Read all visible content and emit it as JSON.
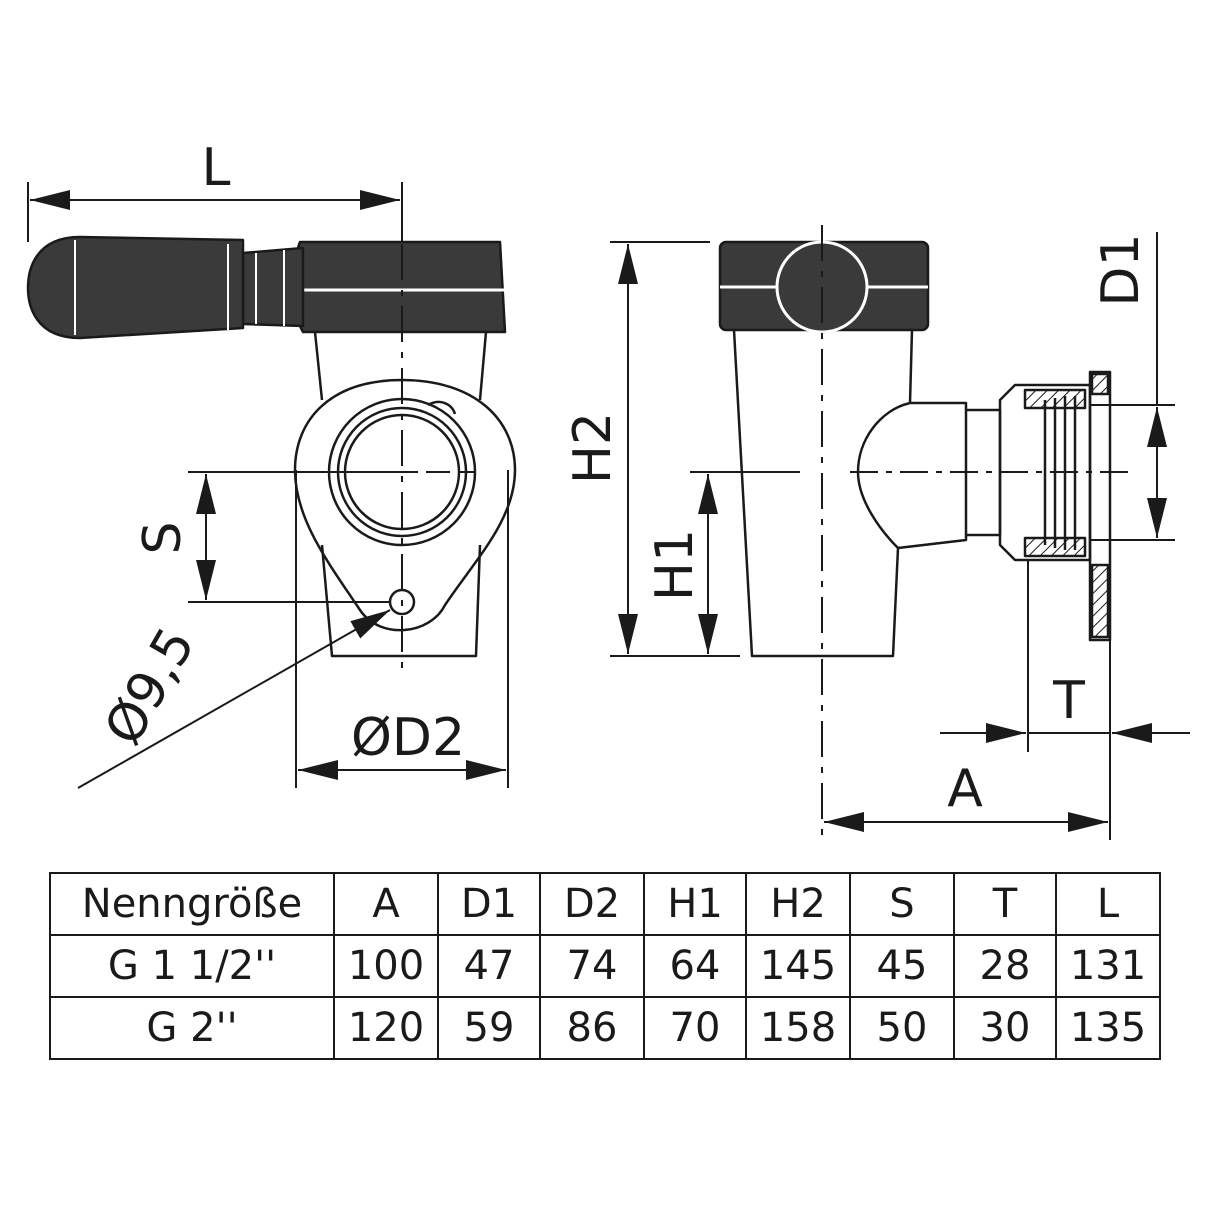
{
  "labels": {
    "L": "L",
    "H2": "H2",
    "H1": "H1",
    "S": "S",
    "D1": "D1",
    "D2": "ØD2",
    "phi95": "Ø9,5",
    "A": "A",
    "T": "T"
  },
  "table": {
    "headers": [
      "Nenngröße",
      "A",
      "D1",
      "D2",
      "H1",
      "H2",
      "S",
      "T",
      "L"
    ],
    "rows": [
      [
        "G 1 1/2''",
        "100",
        "47",
        "74",
        "64",
        "145",
        "45",
        "28",
        "131"
      ],
      [
        "G 2''",
        "120",
        "59",
        "86",
        "70",
        "158",
        "50",
        "30",
        "135"
      ]
    ]
  },
  "colors": {
    "line": "#1a1a1a",
    "handle": "#3a3a3a",
    "background": "#ffffff"
  }
}
